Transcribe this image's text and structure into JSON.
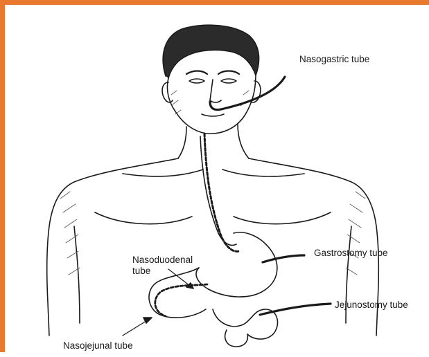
{
  "frame": {
    "border_color": "#e8792f"
  },
  "labels": {
    "nasogastric": "Nasogastric tube",
    "nasoduodenal": "Nasoduodenal tube",
    "gastrostomy": "Gastrostomy tube",
    "jejunostomy": "Jejunostomy tube",
    "nasojejunal": "Nasojejunal tube"
  }
}
